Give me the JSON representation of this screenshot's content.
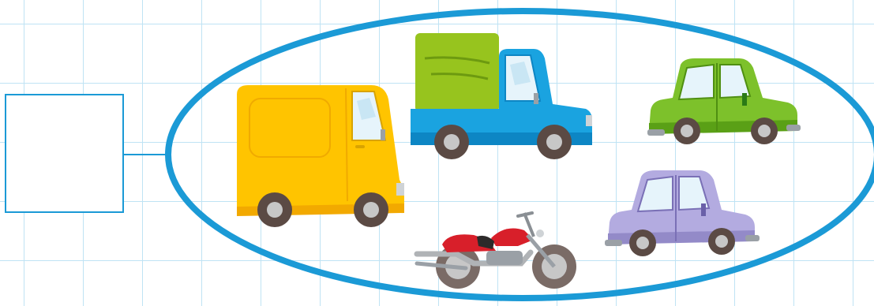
{
  "colors": {
    "grid": "#bfe3f4",
    "frame": "#1b9ad6",
    "van": "#ffc400",
    "pickup_truck": "#1aa3e0",
    "pickup_cargo": "#97c41e",
    "green_car": "#7dc12b",
    "purple_car": "#b3abe0",
    "motorcycle": "#d81f2a"
  },
  "answer_box": {
    "value": ""
  },
  "group": {
    "items": [
      {
        "name": "van",
        "icon": "van-icon"
      },
      {
        "name": "pickup-truck",
        "icon": "pickup-truck-icon"
      },
      {
        "name": "green-car",
        "icon": "car-icon"
      },
      {
        "name": "purple-car",
        "icon": "car-icon"
      },
      {
        "name": "motorcycle",
        "icon": "motorcycle-icon"
      }
    ]
  }
}
